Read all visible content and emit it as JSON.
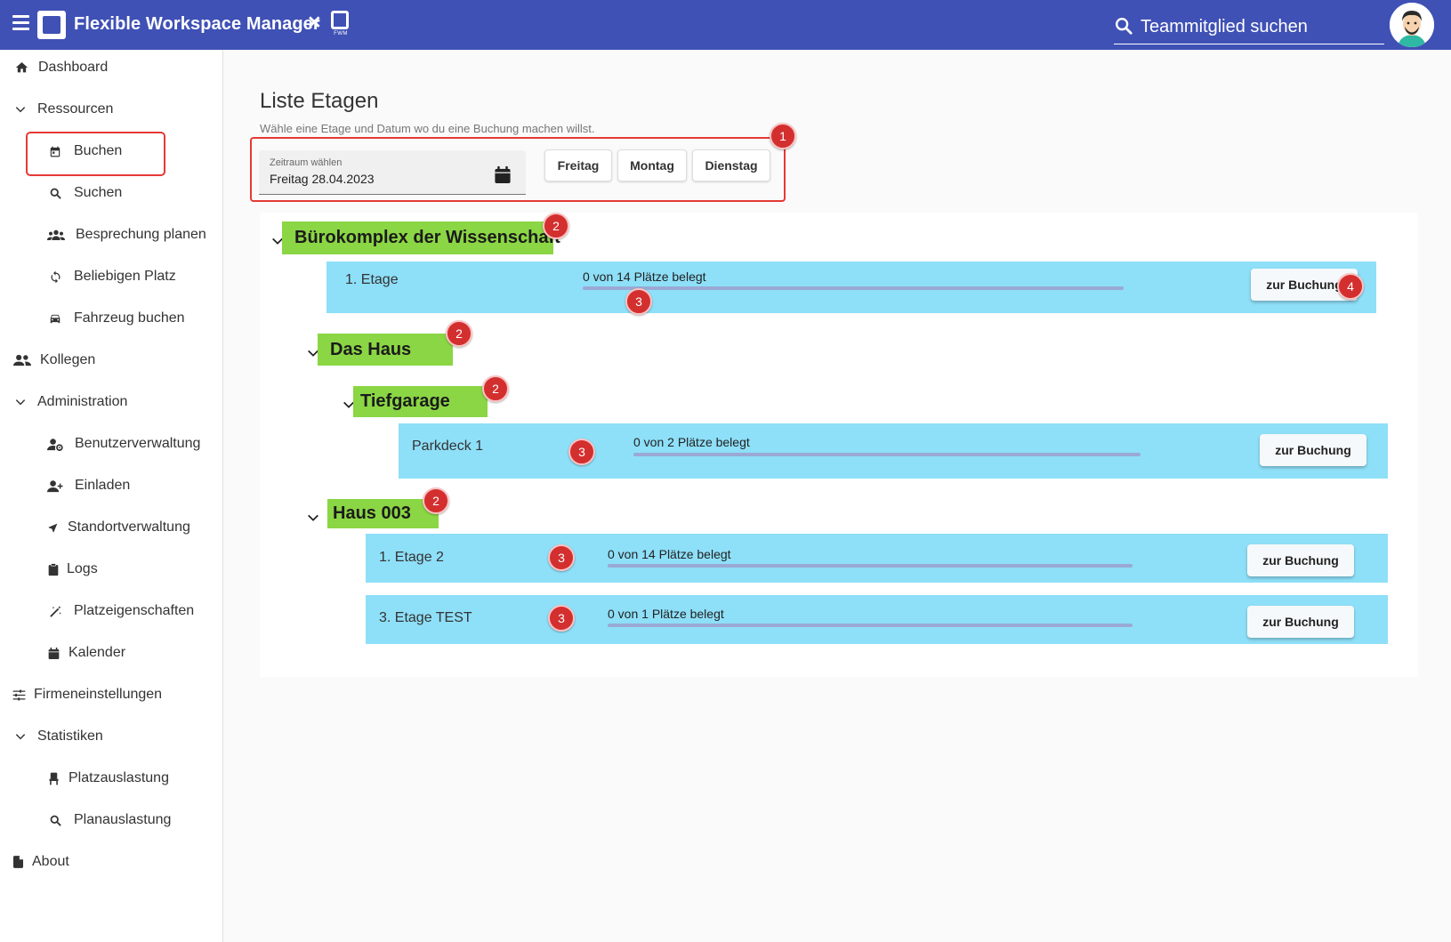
{
  "app": {
    "title": "Flexible Workspace Manager",
    "close_glyph": "×",
    "mini_logo_label": "FWM"
  },
  "search": {
    "placeholder": "Teammitglied suchen"
  },
  "sidebar": {
    "items": [
      {
        "label": "Dashboard",
        "icon": "home-icon"
      },
      {
        "label": "Ressourcen",
        "icon": "chevron-down-icon"
      },
      {
        "label": "Buchen",
        "icon": "calendar-icon"
      },
      {
        "label": "Suchen",
        "icon": "search-icon"
      },
      {
        "label": "Besprechung planen",
        "icon": "groups-icon"
      },
      {
        "label": "Beliebigen Platz",
        "icon": "sync-icon"
      },
      {
        "label": "Fahrzeug buchen",
        "icon": "car-icon"
      },
      {
        "label": "Kollegen",
        "icon": "people-icon"
      },
      {
        "label": "Administration",
        "icon": "chevron-down-icon"
      },
      {
        "label": "Benutzerverwaltung",
        "icon": "manage-accounts-icon"
      },
      {
        "label": "Einladen",
        "icon": "person-add-icon"
      },
      {
        "label": "Standortverwaltung",
        "icon": "navigation-icon"
      },
      {
        "label": "Logs",
        "icon": "clipboard-icon"
      },
      {
        "label": "Platzeigenschaften",
        "icon": "magic-wand-icon"
      },
      {
        "label": "Kalender",
        "icon": "calendar-icon"
      },
      {
        "label": "Firmeneinstellungen",
        "icon": "tune-icon"
      },
      {
        "label": "Statistiken",
        "icon": "chevron-down-icon"
      },
      {
        "label": "Platzauslastung",
        "icon": "chair-icon"
      },
      {
        "label": "Planauslastung",
        "icon": "search-icon"
      },
      {
        "label": "About",
        "icon": "document-icon"
      }
    ]
  },
  "main": {
    "title": "Liste Etagen",
    "subtitle": "Wähle eine Etage und Datum wo du eine Buchung machen willst.",
    "date_field": {
      "label": "Zeitraum wählen",
      "value": "Freitag 28.04.2023"
    },
    "day_buttons": [
      "Freitag",
      "Montag",
      "Dienstag"
    ],
    "groups": [
      {
        "name": "Bürokomplex der Wissenschaft"
      },
      {
        "name": "Das Haus"
      },
      {
        "name": "Tiefgarage"
      },
      {
        "name": "Haus 003"
      }
    ],
    "rows": [
      {
        "name": "1. Etage",
        "occupancy": "0 von 14 Plätze belegt",
        "booked": 0,
        "total": 14,
        "button": "zur Buchung"
      },
      {
        "name": "Parkdeck 1",
        "occupancy": "0 von 2 Plätze belegt",
        "booked": 0,
        "total": 2,
        "button": "zur Buchung"
      },
      {
        "name": "1. Etage 2",
        "occupancy": "0 von 14 Plätze belegt",
        "booked": 0,
        "total": 14,
        "button": "zur Buchung"
      },
      {
        "name": "3. Etage TEST",
        "occupancy": "0 von 1 Plätze belegt",
        "booked": 0,
        "total": 1,
        "button": "zur Buchung"
      }
    ]
  },
  "annotations": {
    "filter": "1",
    "group": "2",
    "occupancy": "3",
    "button": "4"
  },
  "colors": {
    "topbar": "#3f51b5",
    "group_bg": "#8bd644",
    "row_bg": "#8edff8",
    "highlight": "#e53935",
    "badge": "#d32f2f"
  }
}
